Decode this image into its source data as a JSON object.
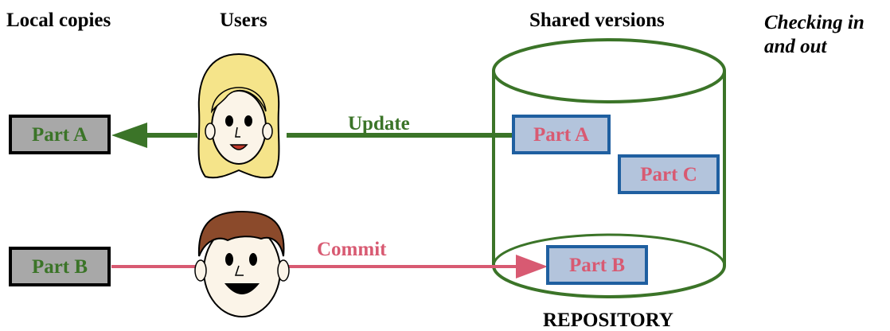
{
  "headers": {
    "local_copies": "Local copies",
    "users": "Users",
    "shared_versions": "Shared versions",
    "note_line1": "Checking in",
    "note_line2": "and out"
  },
  "local": {
    "part_a": "Part A",
    "part_b": "Part B"
  },
  "repository": {
    "label": "REPOSITORY",
    "part_a": "Part A",
    "part_b": "Part B",
    "part_c": "Part C"
  },
  "actions": {
    "update": "Update",
    "commit": "Commit"
  },
  "users": [
    {
      "name": "female-user-icon"
    },
    {
      "name": "male-user-icon"
    }
  ],
  "colors": {
    "update_green": "#3b7428",
    "commit_pink": "#d85a72",
    "local_box_fill": "#a8a8a8",
    "local_text": "#3b7428",
    "repo_box_fill": "#b3c4dc",
    "repo_box_border": "#1f5fa0",
    "repo_text": "#d85a72",
    "cylinder": "#3b7428"
  }
}
